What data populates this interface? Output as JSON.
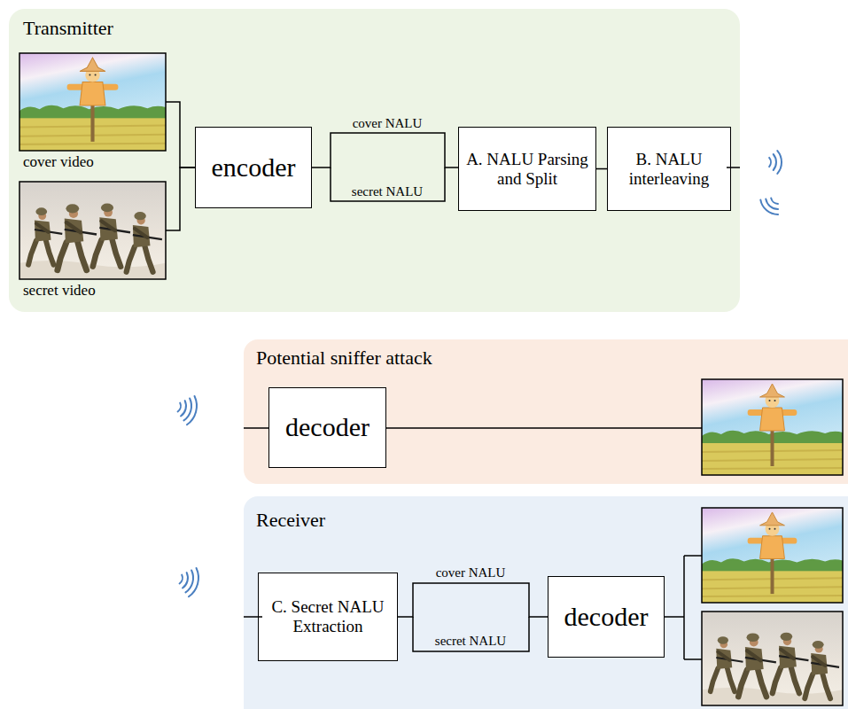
{
  "diagram": {
    "nodes": [
      {
        "text": [
          "Transmitter"
        ]
      },
      {
        "text": [
          "cover video"
        ],
        "in": 0
      },
      {
        "text": [
          "secret video"
        ],
        "in": 0
      },
      {
        "text": [
          "encoder"
        ],
        "in": 0
      },
      {
        "text": [
          "A. NALU Parsing and Split"
        ],
        "in": 0
      },
      {
        "text": [
          "B. NALU interleaving"
        ],
        "in": 0
      },
      {
        "text": [
          "Potential sniffer attack"
        ]
      },
      {
        "text": [
          "decoder"
        ],
        "in": 6
      },
      {
        "text": [
          "Receiver"
        ]
      },
      {
        "text": [
          "C. Secret NALU Extraction"
        ],
        "in": 8
      },
      {
        "text": [
          "decoder"
        ],
        "in": 8
      }
    ],
    "edges": [
      {
        "from": 1,
        "to": 3,
        "arrow": "none"
      },
      {
        "from": 2,
        "to": 3,
        "arrow": "none"
      },
      {
        "from": 3,
        "to": 4,
        "arrow": "none"
      },
      {
        "from": 4,
        "to": 5,
        "arrow": "none"
      },
      {
        "from": 9,
        "to": 10,
        "arrow": "none"
      }
    ],
    "labels": [
      "cover NALU",
      "secret NALU",
      "cover NALU",
      "secret NALU"
    ]
  }
}
